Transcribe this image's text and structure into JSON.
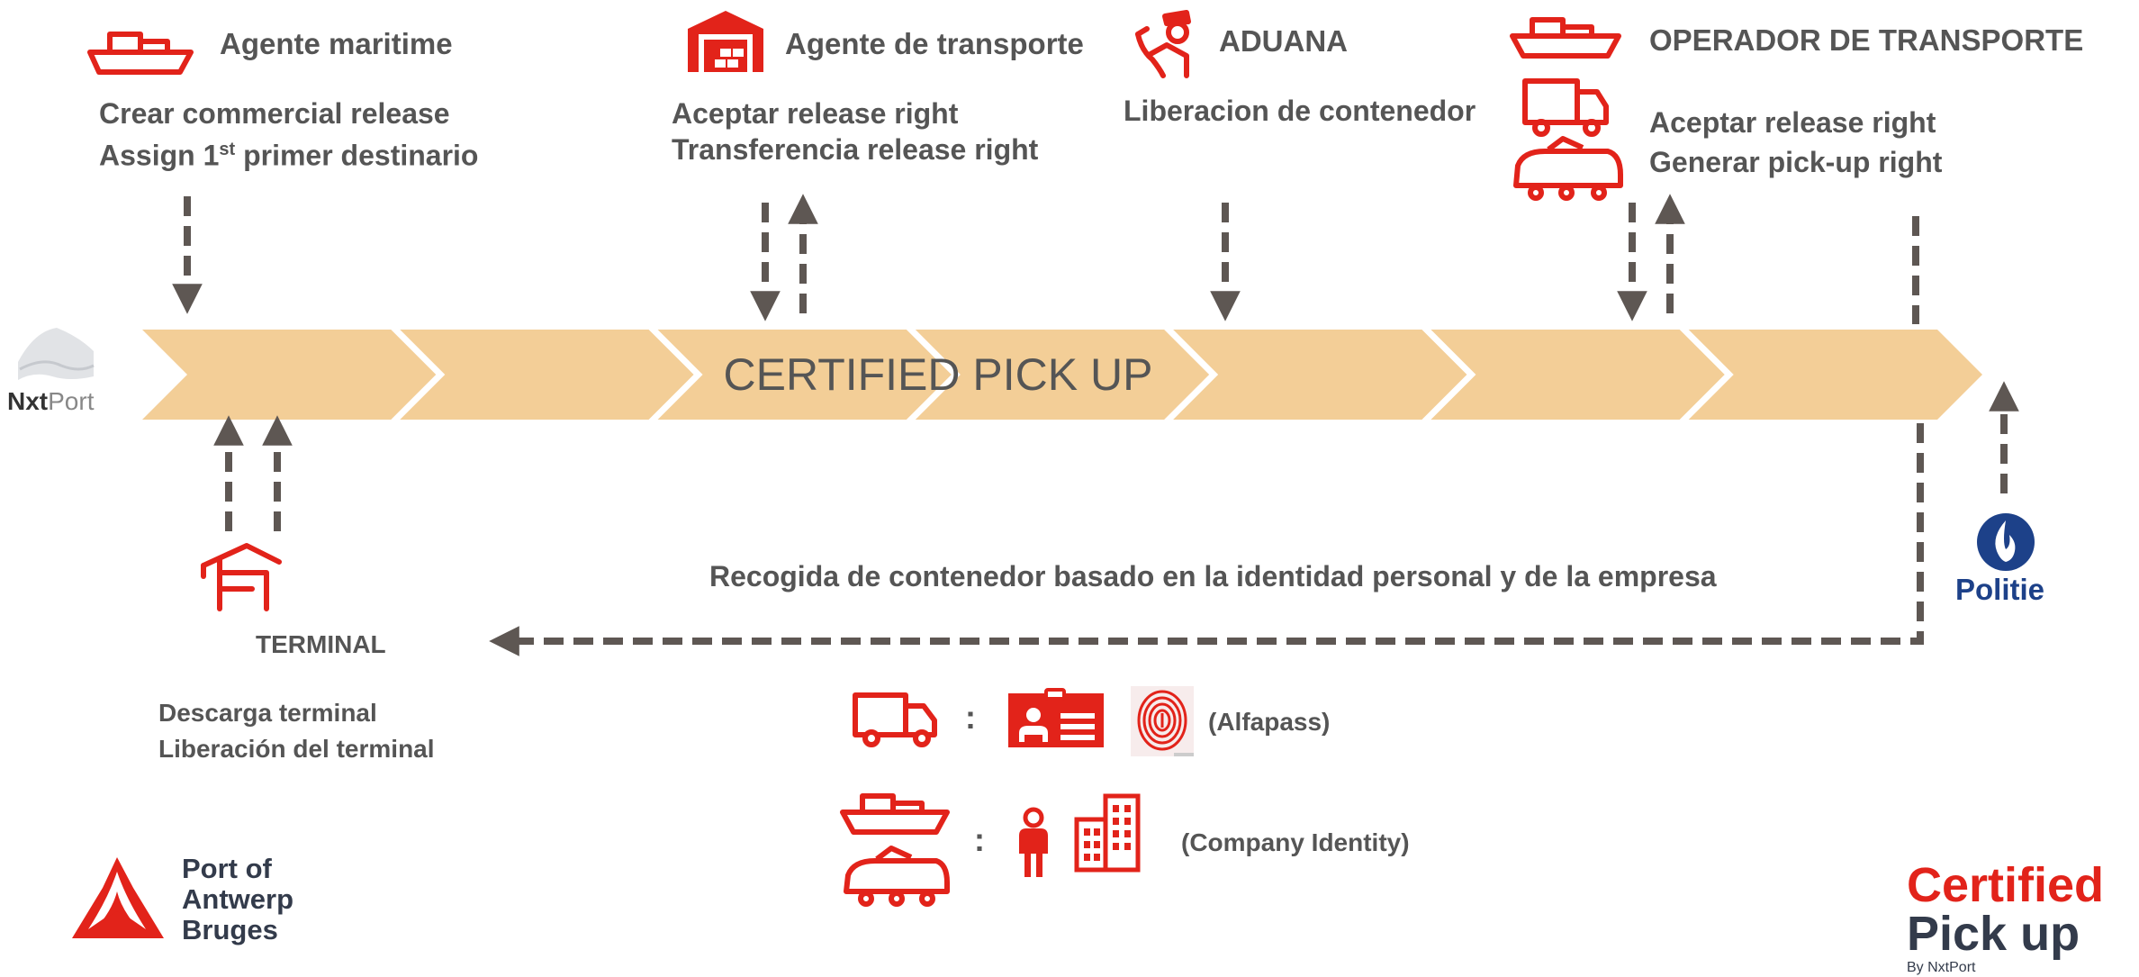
{
  "colors": {
    "brand_red": "#e2231a",
    "arrow_gray": "#5e5753",
    "band": "#f3ce97",
    "text_gray": "#555555",
    "police_blue": "#1d4189"
  },
  "band": {
    "label": "CERTIFIED PICK UP",
    "chevron_count": 7
  },
  "nxtport": {
    "strong": "Nxt",
    "light": "Port"
  },
  "actors": [
    {
      "id": "agente-maritime",
      "icon": "ship-icon",
      "title": "Agente maritime",
      "lines": [
        "Crear commercial release",
        "Assign 1",
        "st",
        " primer destinario"
      ]
    },
    {
      "id": "agente-transporte",
      "icon": "warehouse-icon",
      "title": "Agente de transporte",
      "lines": [
        "Aceptar release right",
        "Transferencia release right"
      ]
    },
    {
      "id": "aduana",
      "icon": "customs-officer-icon",
      "title": "ADUANA",
      "lines": [
        "Liberacion de contenedor"
      ]
    },
    {
      "id": "operador",
      "icon": "ship-truck-train-icon",
      "title": "OPERADOR DE TRANSPORTE",
      "lines": [
        "Aceptar release right",
        "Generar pick-up right"
      ]
    }
  ],
  "terminal": {
    "icon": "terminal-icon",
    "title": "TERMINAL",
    "lines": [
      "Descarga terminal",
      "Liberación del terminal"
    ]
  },
  "police": {
    "icon": "police-flame-icon",
    "label": "Politie"
  },
  "return_flow": {
    "label": "Recogida de contenedor basado en la identidad personal y de la empresa"
  },
  "identity": {
    "truck_row": {
      "icons": [
        "truck-icon",
        "id-card-icon",
        "fingerprint-icon"
      ],
      "separator": ":",
      "label": "(Alfapass)"
    },
    "company_row": {
      "icons": [
        "ship-icon",
        "train-icon",
        "person-icon",
        "building-icon"
      ],
      "separator": ":",
      "label": "(Company Identity)"
    }
  },
  "logos": {
    "port": {
      "icon": "port-triangle-logo",
      "lines": [
        "Port of",
        "Antwerp",
        "Bruges"
      ]
    },
    "cpu": {
      "line1": "Certified",
      "line2": "Pick up",
      "by": "By NxtPort"
    }
  }
}
